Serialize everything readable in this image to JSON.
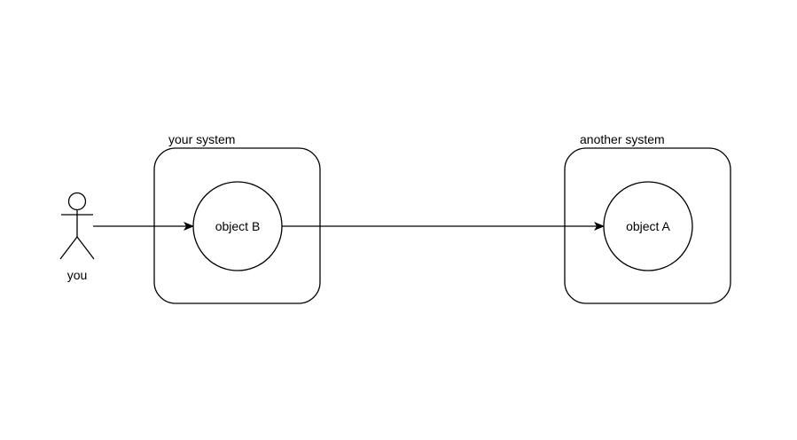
{
  "actor": {
    "label": "you",
    "icon": "stick-figure-icon"
  },
  "systems": [
    {
      "label": "your system",
      "object_label": "object B"
    },
    {
      "label": "another system",
      "object_label": "object A"
    }
  ],
  "edges": [
    {
      "from": "you",
      "to": "object B"
    },
    {
      "from": "object B",
      "to": "object A"
    }
  ],
  "colors": {
    "stroke": "#000000",
    "background": "#ffffff",
    "text": "#000000"
  }
}
